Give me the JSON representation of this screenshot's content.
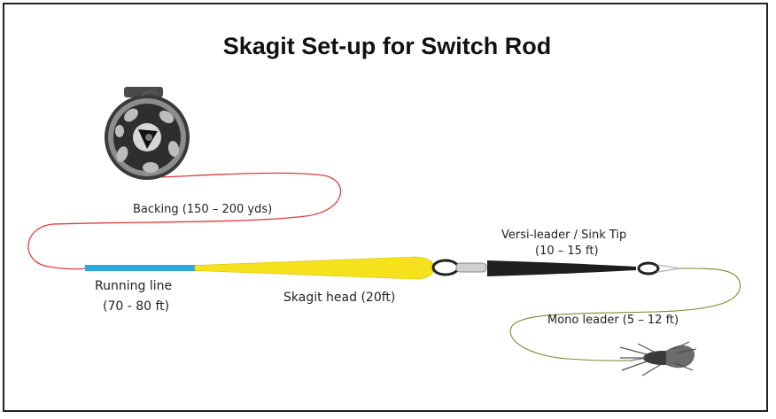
{
  "title": "Skagit Set-up for Switch Rod",
  "labels": {
    "backing": "Backing (150 – 200 yds)",
    "running_line_1": "Running line",
    "running_line_2": "(70 - 80 ft)",
    "skagit_head": "Skagit head (20ft)",
    "versi_leader_1": "Versi-leader / Sink Tip",
    "versi_leader_2": "(10 – 15 ft)",
    "mono_leader": "Mono leader (5 – 12 ft)"
  },
  "colors": {
    "backing": "#e23b3b",
    "running_line": "#2aa8e0",
    "skagit_head": "#f5e11c",
    "sink_tip": "#1e1e1e",
    "mono_leader": "#7c8a2e"
  },
  "icons": [
    "reel-icon",
    "fly-icon"
  ]
}
